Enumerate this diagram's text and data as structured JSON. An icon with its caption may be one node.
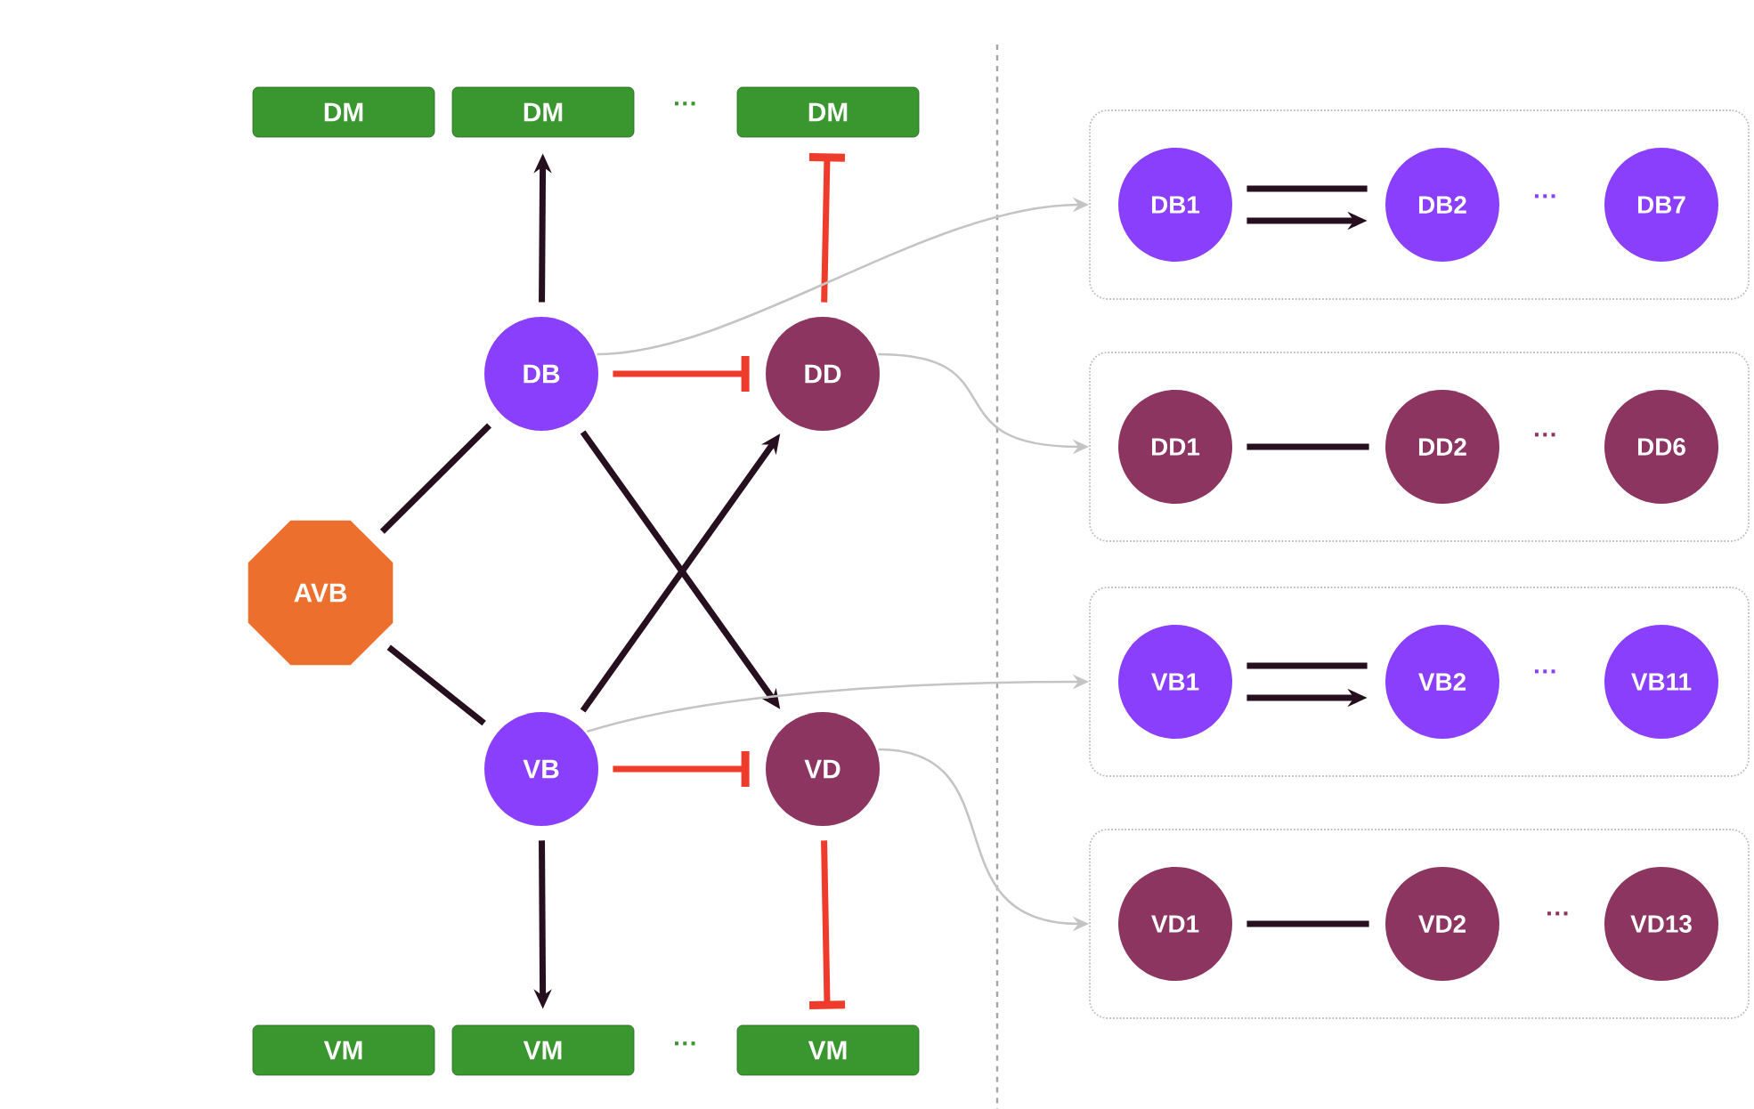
{
  "diagram": {
    "nodes": [
      {
        "text": [
          "DM"
        ]
      },
      {
        "text": [
          "DM"
        ]
      },
      {
        "text": [
          "DM"
        ]
      },
      {
        "text": [],
        "shape": "box"
      },
      {
        "text": [
          "DB1"
        ],
        "in": 3
      },
      {
        "text": [
          "DB2"
        ],
        "in": 3
      },
      {
        "text": [
          "DB7"
        ],
        "in": 3
      },
      {
        "text": [
          "DB"
        ]
      },
      {
        "text": [
          "DD"
        ]
      },
      {
        "text": [],
        "shape": "box"
      },
      {
        "text": [
          "DD1"
        ],
        "in": 9
      },
      {
        "text": [
          "DD2"
        ],
        "in": 9
      },
      {
        "text": [
          "DD6"
        ],
        "in": 9
      },
      {
        "text": [
          "AVB"
        ]
      },
      {
        "text": [],
        "shape": "box"
      },
      {
        "text": [
          "VB1"
        ],
        "in": 14
      },
      {
        "text": [
          "VB2"
        ],
        "in": 14
      },
      {
        "text": [
          "VB11"
        ],
        "in": 14
      },
      {
        "text": [
          "VB"
        ]
      },
      {
        "text": [
          "VD"
        ]
      },
      {
        "text": [],
        "shape": "box"
      },
      {
        "text": [
          "VD1"
        ],
        "in": 20
      },
      {
        "text": [
          "VD2"
        ],
        "in": 20
      },
      {
        "text": [
          "VD13"
        ],
        "in": 20
      },
      {
        "text": [
          "VM"
        ]
      },
      {
        "text": [
          "VM"
        ]
      },
      {
        "text": [
          "VM"
        ]
      }
    ],
    "edges": [
      {
        "from": 7,
        "to": 1,
        "arrow": "to"
      },
      {
        "from": 8,
        "to": 2,
        "arrow": "other",
        "color": "#ee3b2b"
      },
      {
        "from": 7,
        "to": 8,
        "arrow": "other",
        "color": "#ee3b2b"
      },
      {
        "from": 13,
        "to": 7,
        "arrow": "none"
      },
      {
        "from": 13,
        "to": 18,
        "arrow": "none"
      },
      {
        "from": 7,
        "to": 19,
        "arrow": "to"
      },
      {
        "from": 18,
        "to": 8,
        "arrow": "to"
      },
      {
        "from": 18,
        "to": 19,
        "arrow": "other",
        "color": "#ee3b2b"
      },
      {
        "from": 18,
        "to": 25,
        "arrow": "to"
      },
      {
        "from": 19,
        "to": 26,
        "arrow": "other",
        "color": "#ee3b2b"
      },
      {
        "from": 7,
        "to": 3,
        "arrow": "to",
        "color": "#c4c4c4"
      },
      {
        "from": 8,
        "to": 9,
        "arrow": "to",
        "color": "#c4c4c4"
      },
      {
        "from": 18,
        "to": 14,
        "arrow": "to",
        "color": "#c4c4c4"
      },
      {
        "from": 19,
        "to": 20,
        "arrow": "to",
        "color": "#c4c4c4"
      },
      {
        "from": 4,
        "to": 5,
        "arrow": "none"
      },
      {
        "from": 4,
        "to": 5,
        "arrow": "to"
      },
      {
        "from": 10,
        "to": 11,
        "arrow": "none"
      },
      {
        "from": 15,
        "to": 16,
        "arrow": "none"
      },
      {
        "from": 15,
        "to": 16,
        "arrow": "to"
      },
      {
        "from": 21,
        "to": 22,
        "arrow": "none"
      }
    ],
    "labels": [
      "···",
      "···",
      "···",
      "···",
      "···",
      "···"
    ]
  }
}
